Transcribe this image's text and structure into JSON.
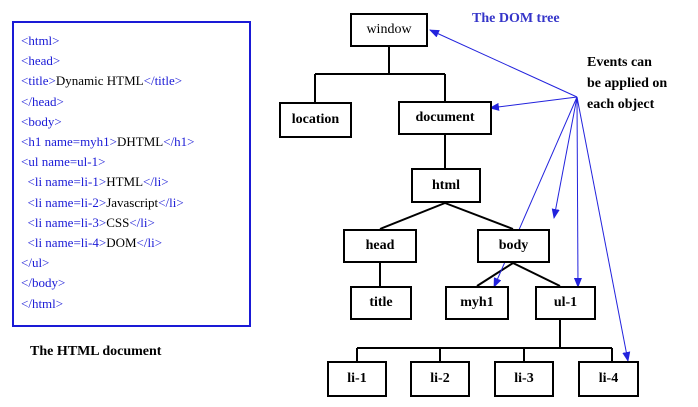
{
  "html_document": {
    "caption": "The HTML document",
    "lines": [
      [
        {
          "t": "<html>",
          "k": "tag"
        }
      ],
      [
        {
          "t": "<head>",
          "k": "tag"
        }
      ],
      [
        {
          "t": "<title>",
          "k": "tag"
        },
        {
          "t": "Dynamic HTML",
          "k": "txt"
        },
        {
          "t": "</title>",
          "k": "tag"
        }
      ],
      [
        {
          "t": "</head>",
          "k": "tag"
        }
      ],
      [
        {
          "t": "<body>",
          "k": "tag"
        }
      ],
      [
        {
          "t": "<h1 name=myh1>",
          "k": "tag"
        },
        {
          "t": "DHTML",
          "k": "txt"
        },
        {
          "t": "</h1>",
          "k": "tag"
        }
      ],
      [
        {
          "t": "<ul name=ul-1>",
          "k": "tag"
        }
      ],
      [
        {
          "t": "  <li name=li-1>",
          "k": "tag"
        },
        {
          "t": "HTML",
          "k": "txt"
        },
        {
          "t": "</li>",
          "k": "tag"
        }
      ],
      [
        {
          "t": "  <li name=li-2>",
          "k": "tag"
        },
        {
          "t": "Javascript",
          "k": "txt"
        },
        {
          "t": "</li>",
          "k": "tag"
        }
      ],
      [
        {
          "t": "  <li name=li-3>",
          "k": "tag"
        },
        {
          "t": "CSS",
          "k": "txt"
        },
        {
          "t": "</li>",
          "k": "tag"
        }
      ],
      [
        {
          "t": "  <li name=li-4>",
          "k": "tag"
        },
        {
          "t": "DOM",
          "k": "txt"
        },
        {
          "t": "</li>",
          "k": "tag"
        }
      ],
      [
        {
          "t": "</ul>",
          "k": "tag"
        }
      ],
      [
        {
          "t": "</body>",
          "k": "tag"
        }
      ],
      [
        {
          "t": "</html>",
          "k": "tag"
        }
      ]
    ]
  },
  "dom_tree": {
    "title": "The DOM tree",
    "nodes": {
      "window": "window",
      "location": "location",
      "document": "document",
      "html": "html",
      "head": "head",
      "body": "body",
      "title": "title",
      "myh1": "myh1",
      "ul1": "ul-1",
      "li1": "li-1",
      "li2": "li-2",
      "li3": "li-3",
      "li4": "li-4"
    }
  },
  "events_note": [
    "Events can",
    "be applied on",
    "each object"
  ],
  "colors": {
    "accent_blue": "#1a1ad6",
    "title_blue": "#3535c9",
    "arrow_blue": "#2222dd",
    "edge": "#000000"
  }
}
